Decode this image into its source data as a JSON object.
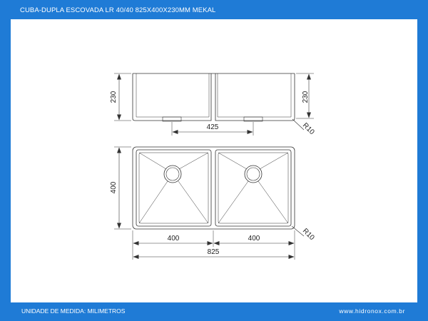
{
  "header": {
    "title": "CUBA-DUPLA ESCOVADA LR 40/40 825X400X230MM MEKAL"
  },
  "footer": {
    "unit_label": "UNIDADE DE MEDIDA: MILIMETROS",
    "website": "www.hidronox.com.br"
  },
  "dimensions": {
    "depth_left": "230",
    "depth_right": "230",
    "drain_spacing": "425",
    "radius_top": "R10",
    "height": "400",
    "radius_bottom": "R10",
    "bowl_left_width": "400",
    "bowl_right_width": "400",
    "overall_width": "825"
  },
  "colors": {
    "frame": "#1f7bd6",
    "line": "#333333"
  }
}
